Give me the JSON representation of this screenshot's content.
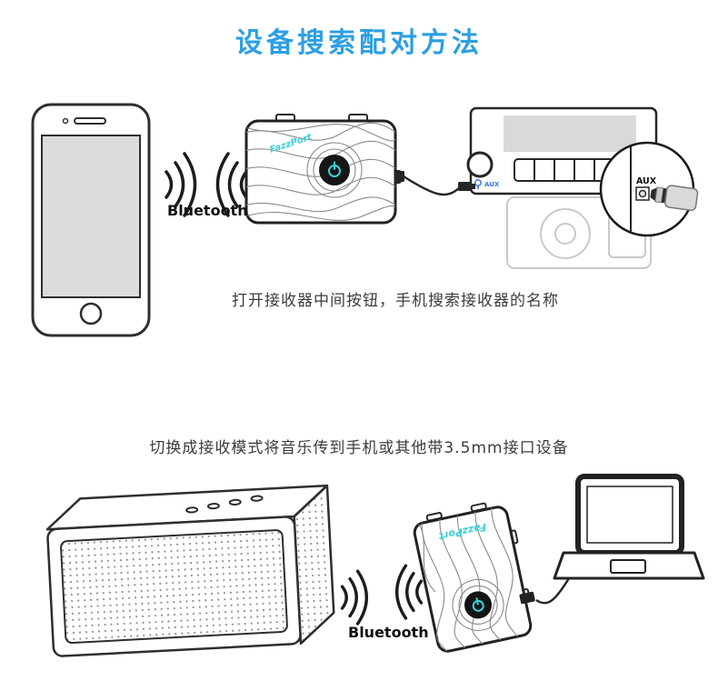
{
  "title": "设备搜索配对方法",
  "colors": {
    "title_blue": "#2d9fe2",
    "brand_cyan": "#3bd0da",
    "aux_blue": "#3a77e0",
    "line_dark": "#262626"
  },
  "top_section": {
    "bluetooth_label": "Bluetooth",
    "receiver_brand": "FazzPort",
    "stereo_aux_label": "AUX",
    "magnifier_aux_label": "AUX",
    "caption": "打开接收器中间按钮，手机搜索接收器的名称"
  },
  "bottom_section": {
    "caption": "切换成接收模式将音乐传到手机或其他带3.5mm接口设备",
    "bluetooth_label": "Bluetooth",
    "receiver_brand": "FazzPort"
  }
}
